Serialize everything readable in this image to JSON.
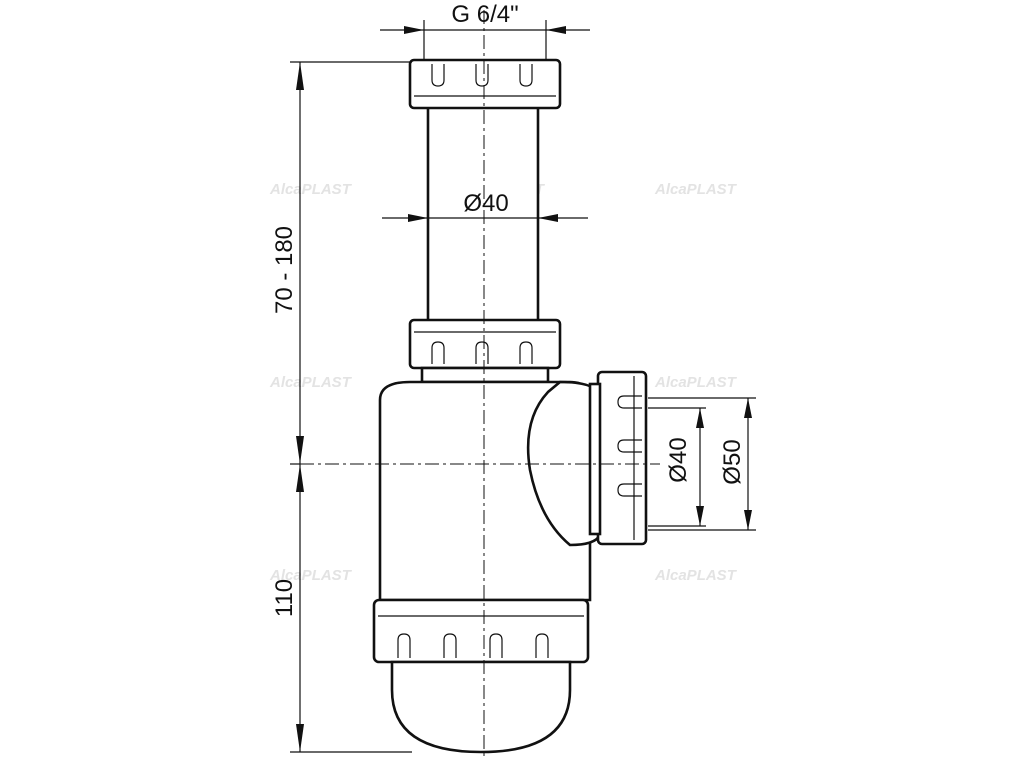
{
  "dimensions": {
    "top_thread": "G 6/4\"",
    "pipe_diameter": "Ø40",
    "height_range": "70 - 180",
    "lower_height": "110",
    "outlet_inner": "Ø40",
    "outlet_outer": "Ø50"
  },
  "watermark": {
    "text": "AlcaPLAST"
  },
  "colors": {
    "line": "#111111",
    "watermark": "#e3e3e3",
    "background": "#ffffff"
  }
}
